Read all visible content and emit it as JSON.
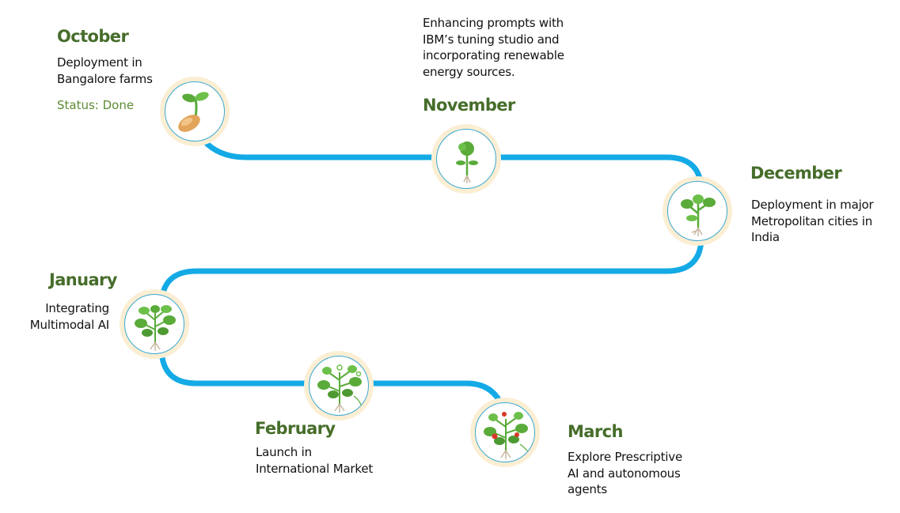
{
  "colors": {
    "track": "#13aae6",
    "ring": "#fbeed3",
    "ring_border": "#3aa8d3",
    "month": "#466d2a",
    "status": "#5c8a33",
    "leaf": "#5aab3a",
    "root": "#c9b8a0",
    "berry": "#d9362b"
  },
  "milestones": [
    {
      "month": "October",
      "description": "Deployment in\nBangalore farms",
      "status": "Status: Done",
      "icon": "sprouting-seed-icon"
    },
    {
      "month": "November",
      "description": "Enhancing prompts with\nIBM’s tuning studio and\nincorporating renewable\nenergy sources.",
      "icon": "seedling-icon"
    },
    {
      "month": "December",
      "description": "Deployment in major\nMetropolitan cities in\nIndia",
      "icon": "young-plant-icon"
    },
    {
      "month": "January",
      "description": "Integrating\nMultimodal AI",
      "icon": "leafy-plant-icon"
    },
    {
      "month": "February",
      "description": "Launch in\nInternational Market",
      "icon": "budding-plant-icon"
    },
    {
      "month": "March",
      "description": "Explore Prescriptive\nAI and autonomous\nagents",
      "icon": "fruiting-strawberry-plant-icon"
    }
  ]
}
